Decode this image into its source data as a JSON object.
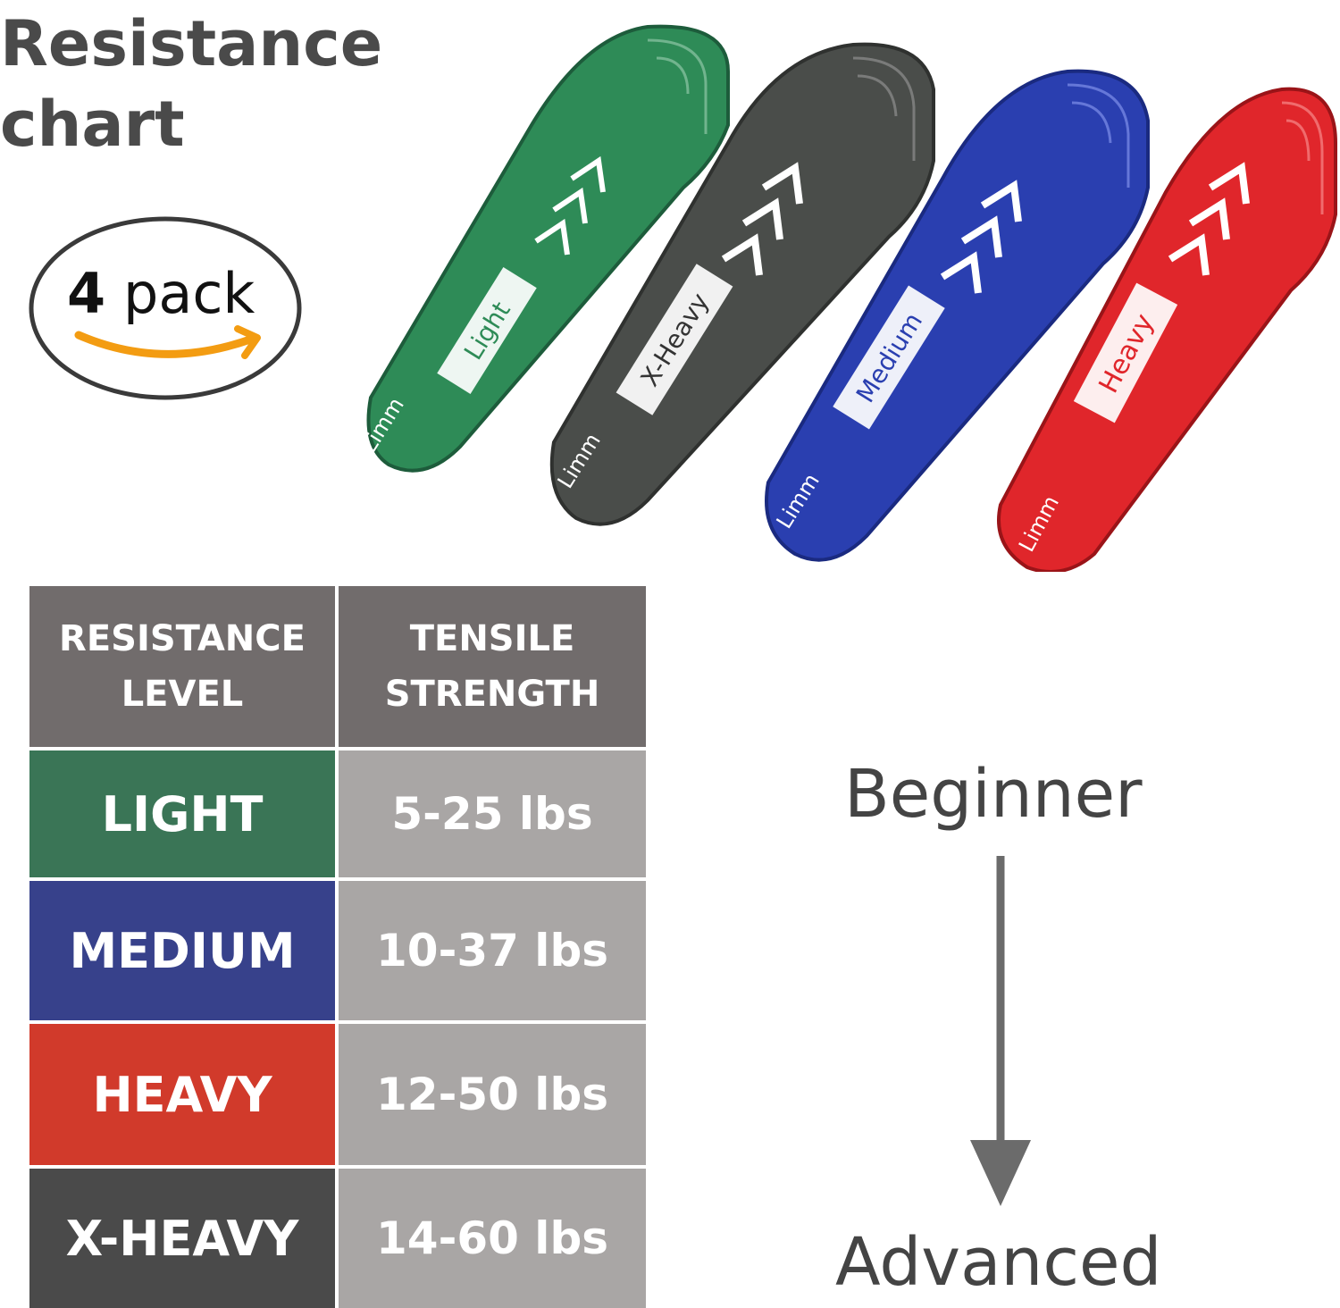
{
  "title": "Resistance chart",
  "badge": {
    "count": "4",
    "text": "pack",
    "smile_color": "#f39c12"
  },
  "bands": [
    {
      "label": "Light",
      "color": "#2e8b57",
      "brand": "Limm"
    },
    {
      "label": "X-Heavy",
      "color": "#4a4d4a",
      "brand": "Limm"
    },
    {
      "label": "Medium",
      "color": "#2a3fb0",
      "brand": "Limm"
    },
    {
      "label": "Heavy",
      "color": "#e0262b",
      "brand": "Limm"
    }
  ],
  "table": {
    "headers": [
      "RESISTANCE\nLEVEL",
      "TENSILE\nSTRENGTH"
    ],
    "rows": [
      {
        "level": "LIGHT",
        "strength": "5-25 lbs",
        "color": "#3a7556"
      },
      {
        "level": "MEDIUM",
        "strength": "10-37 lbs",
        "color": "#37418b"
      },
      {
        "level": "HEAVY",
        "strength": "12-50 lbs",
        "color": "#d13a2b"
      },
      {
        "level": "X-HEAVY",
        "strength": "14-60 lbs",
        "color": "#4a4a4a"
      }
    ]
  },
  "scale": {
    "start": "Beginner",
    "end": "Advanced"
  }
}
